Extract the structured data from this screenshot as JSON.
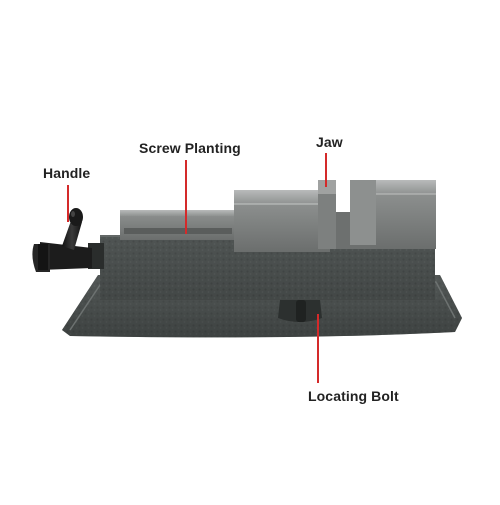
{
  "callouts": {
    "handle": "Handle",
    "screw_planting": "Screw Planting",
    "jaw": "Jaw",
    "locating_bolt": "Locating Bolt"
  },
  "colors": {
    "leader_line": "#d42a2a",
    "label_text": "#222222",
    "body_dark": "#3f4342",
    "body_mid": "#4f5453",
    "jaw_steel": "#8a8c8b",
    "jaw_steel_light": "#a9abaa",
    "handle_black": "#1e1e1e",
    "background": "#ffffff"
  }
}
